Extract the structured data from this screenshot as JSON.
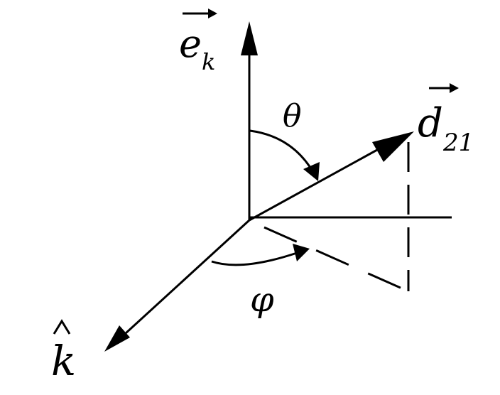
{
  "diagram": {
    "labels": {
      "e_k": "e",
      "e_k_sub": "k",
      "d_21": "d",
      "d_21_sub": "21",
      "theta": "θ",
      "phi": "φ",
      "k_hat": "k"
    },
    "colors": {
      "ink": "#000000",
      "background": "#ffffff"
    }
  }
}
